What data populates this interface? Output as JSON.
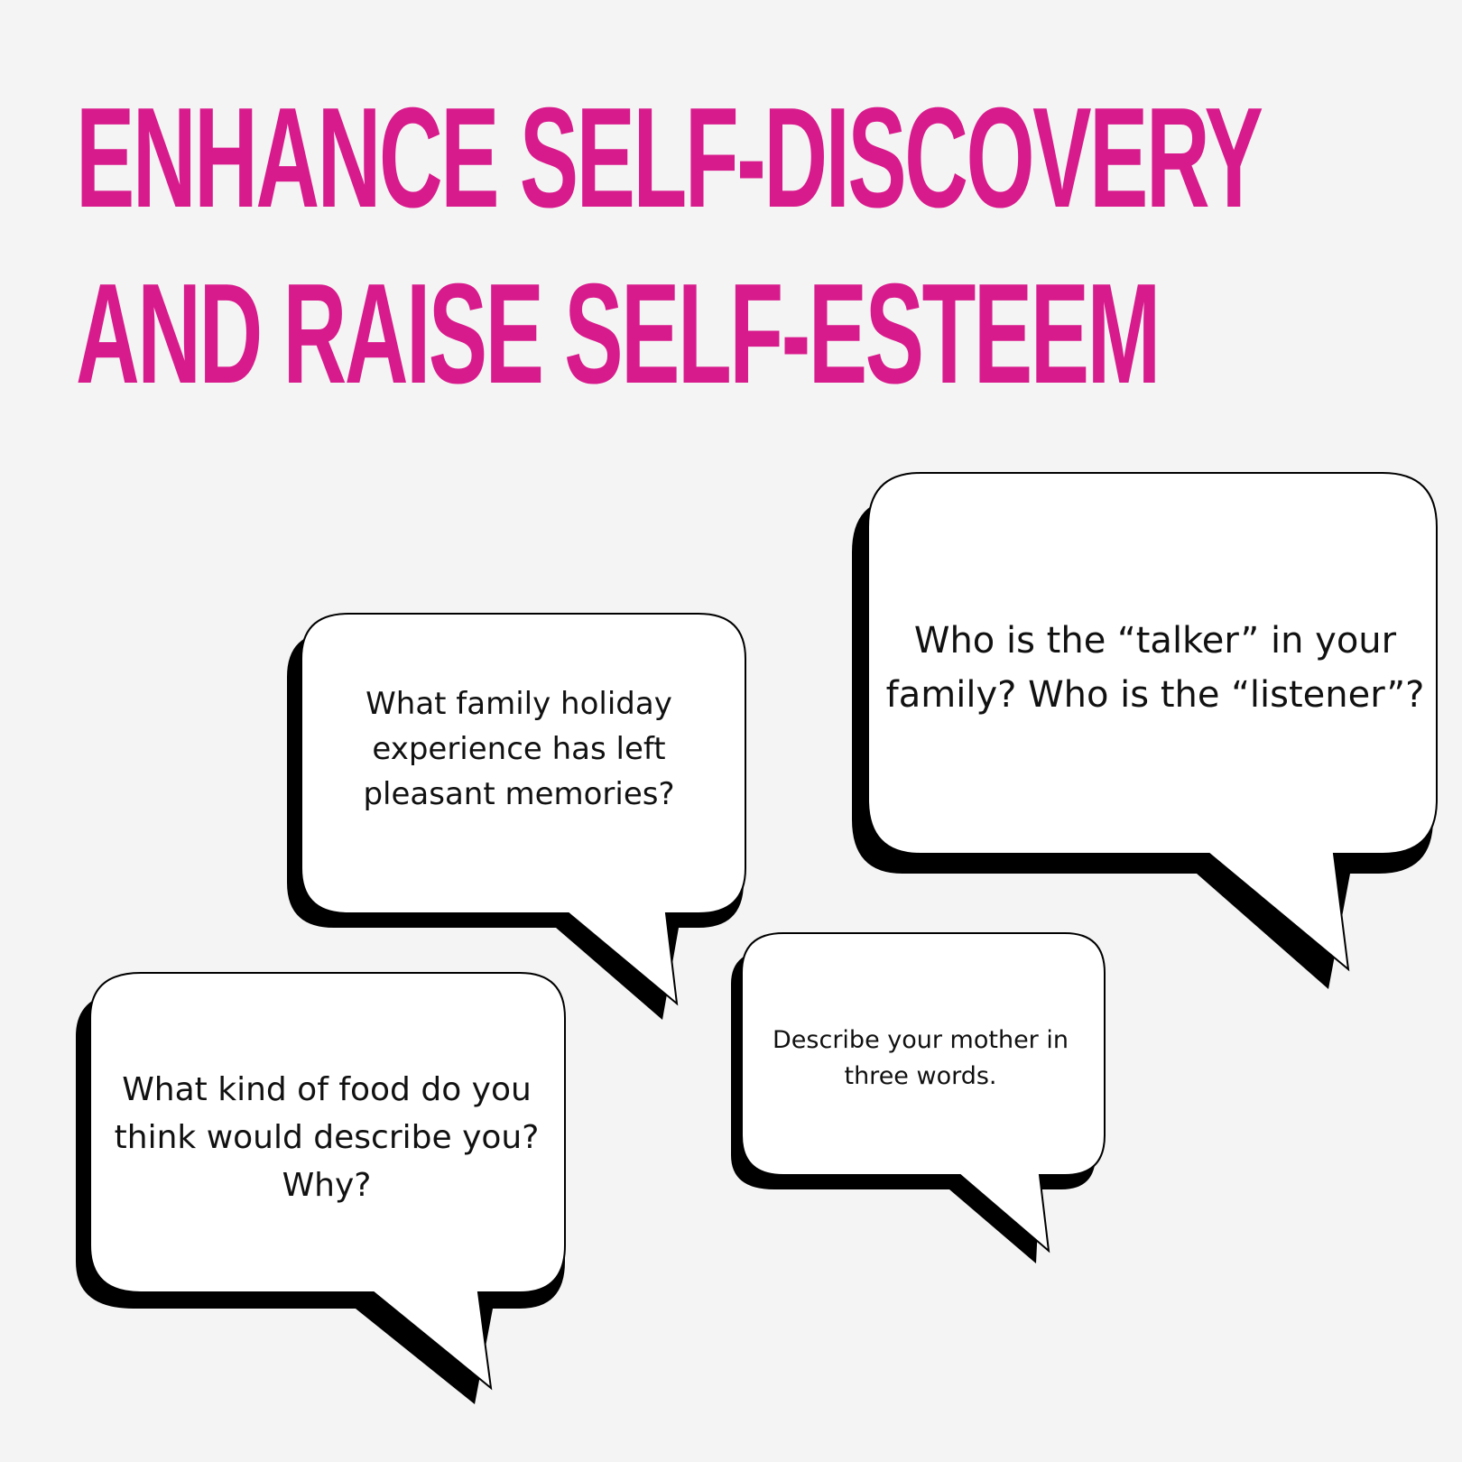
{
  "title": {
    "line1": "ENHANCE SELF-DISCOVERY",
    "line2": "AND RAISE SELF-ESTEEM"
  },
  "colors": {
    "accent": "#d81b8c",
    "background": "#f4f4f4",
    "bubble_fill": "#ffffff",
    "bubble_shadow": "#000000",
    "text": "#111111"
  },
  "bubbles": [
    {
      "id": "talker",
      "text": "Who is the “talker” in your family? Who is the “listener”?"
    },
    {
      "id": "holiday",
      "text": "What family holiday experience has left pleasant memories?"
    },
    {
      "id": "mother",
      "text": "Describe your mother in three words."
    },
    {
      "id": "food",
      "text": "What kind of food do you think would describe you? Why?"
    }
  ]
}
